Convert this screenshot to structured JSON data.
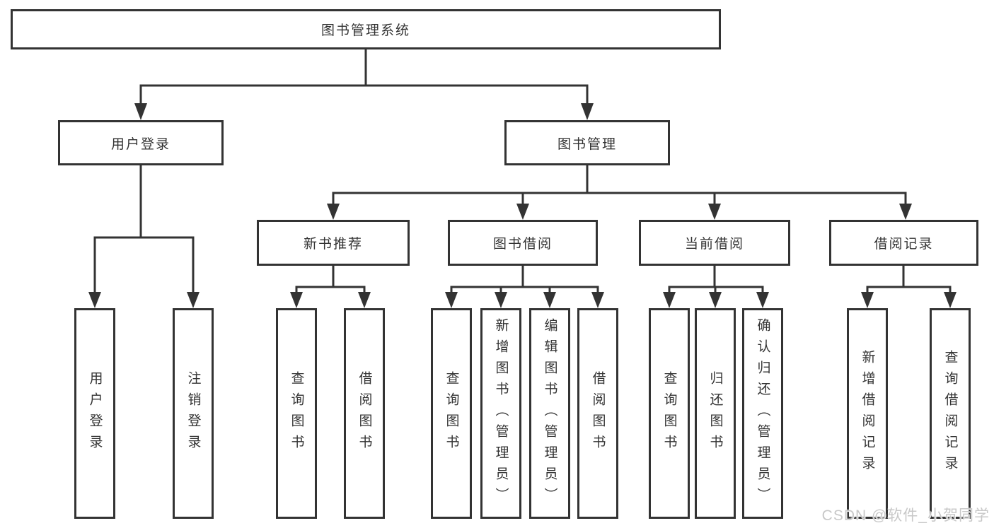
{
  "nodes": {
    "root": "图书管理系统",
    "user_login": "用户登录",
    "book_mgmt": "图书管理",
    "new_books": "新书推荐",
    "book_borrow": "图书借阅",
    "current_borrow": "当前借阅",
    "borrow_records": "借阅记录",
    "leaves": {
      "user_login": [
        "用户登录",
        "注销登录"
      ],
      "new_books": [
        "查询图书",
        "借阅图书"
      ],
      "book_borrow": [
        "查询图书",
        "新增图书（管理员）",
        "编辑图书（管理员）",
        "借阅图书"
      ],
      "current_borrow": [
        "查询图书",
        "归还图书",
        "确认归还（管理员）"
      ],
      "borrow_records": [
        "新增借阅记录",
        "查询借阅记录"
      ]
    }
  },
  "colors": {
    "line": "#333333",
    "text": "#333333",
    "box_background": "#ffffff",
    "watermark": "#c8c8c8"
  },
  "watermark": "CSDN @软件_小贺同学"
}
